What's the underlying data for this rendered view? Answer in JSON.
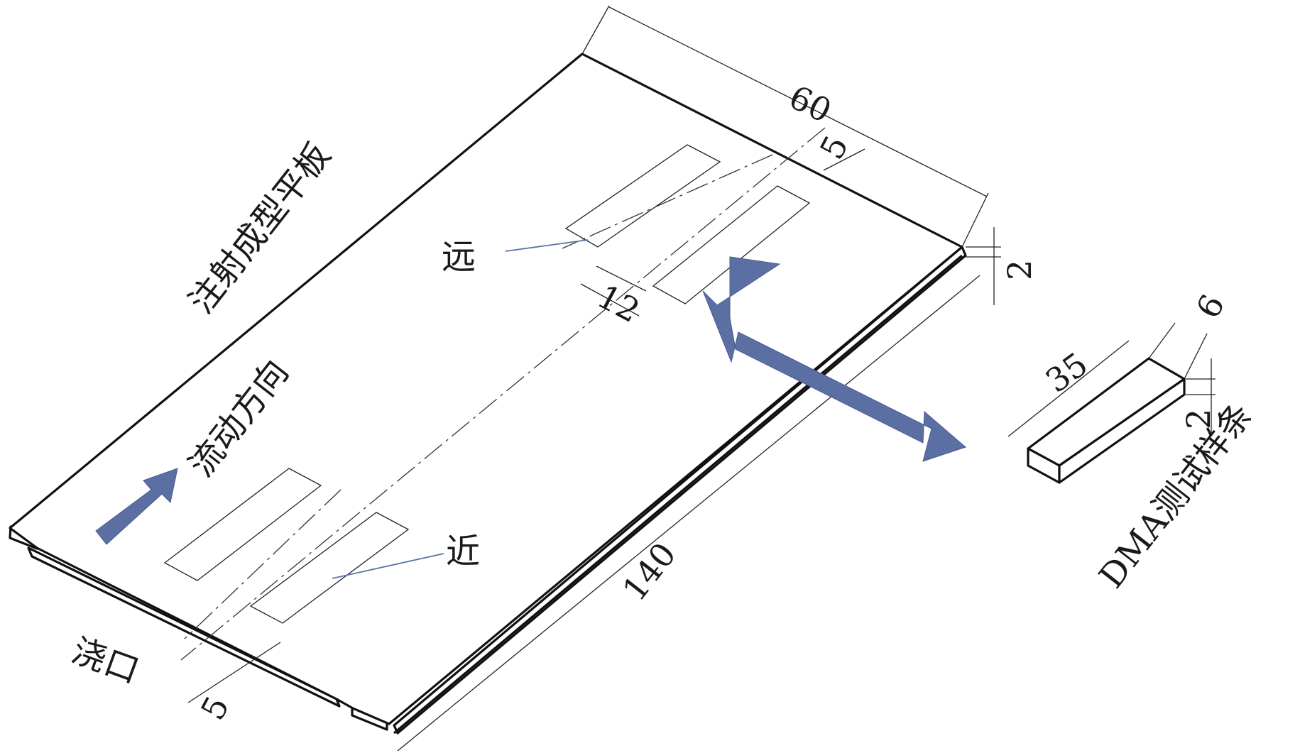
{
  "labels": {
    "plate": "注射成型平板",
    "flow": "流动方向",
    "gate": "浇口",
    "far": "远",
    "near": "近",
    "specimen": "DMA测试样条"
  },
  "dimensions": {
    "plate_width": "60",
    "plate_length": "140",
    "plate_thickness": "2",
    "edge_offset_top": "5",
    "edge_offset_bottom": "5",
    "strip_gap": "12",
    "specimen_length": "35",
    "specimen_width": "6",
    "specimen_thickness": "2"
  },
  "colors": {
    "arrow_fill": "#5b6fa3",
    "leader_line": "#5a72a8",
    "outline": "#111111"
  }
}
